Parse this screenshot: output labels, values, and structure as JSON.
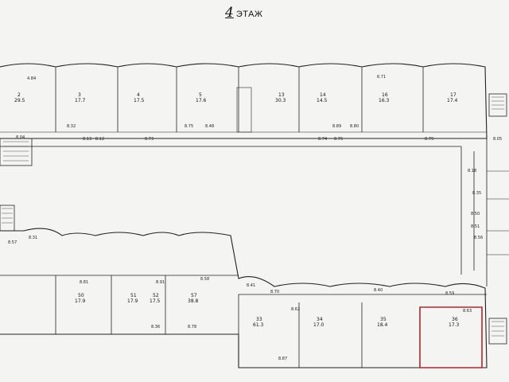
{
  "title": {
    "number": "4",
    "label": "ЭТАЖ"
  },
  "highlight_color": "#b3262c",
  "rooms": [
    {
      "id": "r1",
      "num": "2",
      "area": "29.5"
    },
    {
      "id": "r2",
      "num": "3",
      "area": "17.7"
    },
    {
      "id": "r3",
      "num": "4",
      "area": "17.5"
    },
    {
      "id": "r4",
      "num": "5",
      "area": "17.6"
    },
    {
      "id": "r5",
      "num": "13",
      "area": "30.3"
    },
    {
      "id": "r6",
      "num": "14",
      "area": "14.5"
    },
    {
      "id": "r7",
      "num": "16",
      "area": "16.3"
    },
    {
      "id": "r8",
      "num": "17",
      "area": "17.4"
    },
    {
      "id": "r9",
      "num": "50",
      "area": "17.9"
    },
    {
      "id": "r10",
      "num": "51",
      "area": "17.9"
    },
    {
      "id": "r11",
      "num": "52",
      "area": "17.5"
    },
    {
      "id": "r12",
      "num": "57",
      "area": "38.8"
    },
    {
      "id": "r13",
      "num": "33",
      "area": "61.3"
    },
    {
      "id": "r14",
      "num": "34",
      "area": "17.0"
    },
    {
      "id": "r15",
      "num": "35",
      "area": "18.4"
    },
    {
      "id": "r16",
      "num": "36",
      "area": "17.3"
    }
  ],
  "labels": [
    "4.84",
    "6.71",
    "8.32",
    "8.48",
    "8.75",
    "8.89",
    "8.80",
    "8.81",
    "8.91",
    "8.12",
    "8.13",
    "8.73",
    "8.74",
    "8.76",
    "8.79",
    "8.70",
    "8.78",
    "8.87",
    "8.31",
    "8.36",
    "8.40",
    "8.41",
    "8.57",
    "8.58",
    "8.59",
    "8.62",
    "8.63",
    "8.18",
    "8.35",
    "8.50",
    "8.51",
    "8.56",
    "8.04",
    "8.05"
  ]
}
